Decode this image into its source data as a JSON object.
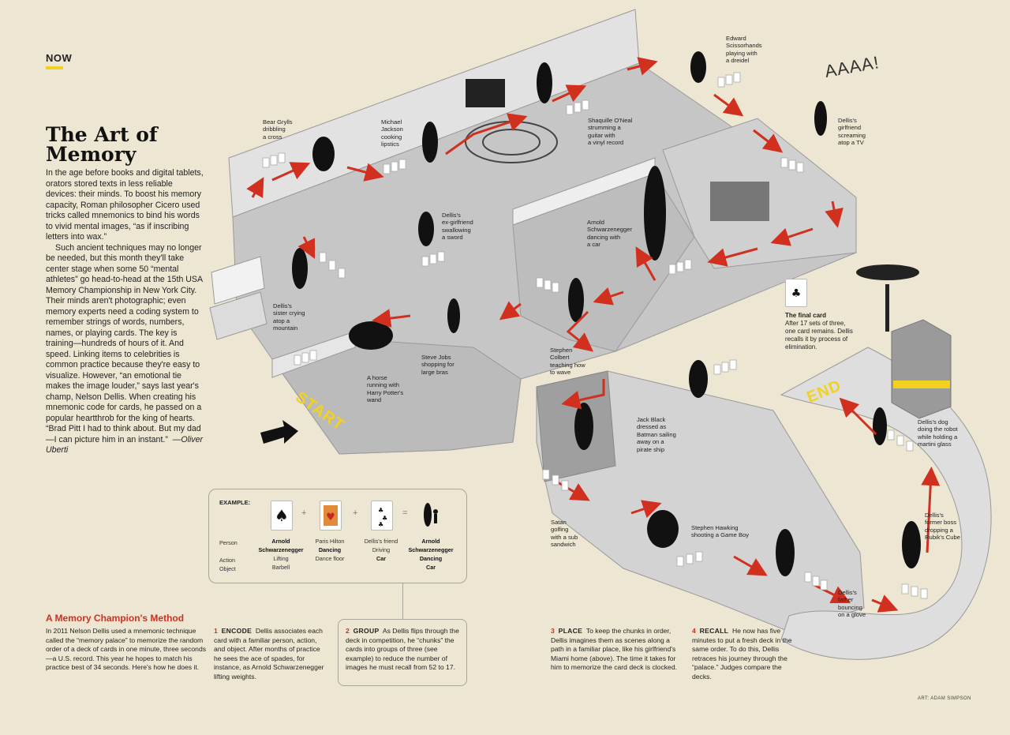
{
  "kicker": "NOW",
  "title": "The Art of Memory",
  "intro": {
    "p1": "In the age before books and digital tablets, orators stored texts in less reliable devices: their minds. To boost his memory capacity, Roman philosopher Cicero used tricks called mnemonics to bind his words to vivid mental images, “as if inscribing letters into wax.”",
    "p2": "Such ancient techniques may no longer be needed, but this month they'll take center stage when some 50 “mental athletes” go head-to-head at the 15th USA Memory Championship in New York City. Their minds aren't photographic; even memory experts need a coding system to remember strings of words, numbers, names, or playing cards. The key is training—hundreds of hours of it. And speed. Linking items to celebrities is common practice because they're easy to visualize. However, “an emotional tie makes the image louder,” says last year's champ, Nelson Dellis. When creating his mnemonic code for cards, he passed on a popular heartthrob for the king of hearts. “Brad Pitt I had to think about. But my dad—I can picture him in an instant.”",
    "byline": "—Oliver Uberti"
  },
  "method": {
    "title": "A Memory Champion's Method",
    "intro": "In 2011 Nelson Dellis used a mnemonic technique called the “memory palace” to memorize the random order of a deck of cards in one minute, three seconds—a U.S. record. This year he hopes to match his practice best of 34 seconds. Here's how he does it.",
    "steps": [
      {
        "num": "1",
        "head": "ENCODE",
        "text": "Dellis associates each card with a familiar person, action, and object. After months of practice he sees the ace of spades, for instance, as Arnold Schwarzenegger lifting weights."
      },
      {
        "num": "2",
        "head": "GROUP",
        "text": "As Dellis flips through the deck in competition, he “chunks” the cards into groups of three (see example) to reduce the number of images he must recall from 52 to 17."
      },
      {
        "num": "3",
        "head": "PLACE",
        "text": "To keep the chunks in order, Dellis imagines them as scenes along a path in a familiar place, like his girlfriend's Miami home (above). The time it takes for him to memorize the card deck is clocked."
      },
      {
        "num": "4",
        "head": "RECALL",
        "text": "He now has five minutes to put a fresh deck in the same order. To do this, Dellis retraces his journey through the “palace.” Judges compare the decks."
      }
    ]
  },
  "example": {
    "label": "EXAMPLE:",
    "row_labels": [
      "Person",
      "Action",
      "Object"
    ],
    "plus": "+",
    "equals": "=",
    "columns": [
      {
        "person": "Arnold Schwarzenegger",
        "action": "Lifting",
        "object": "Barbell",
        "bold": [
          "person"
        ]
      },
      {
        "person": "Paris Hilton",
        "action": "Dancing",
        "object": "Dance floor",
        "bold": [
          "action"
        ]
      },
      {
        "person": "Dellis's friend",
        "action": "Driving",
        "object": "Car",
        "bold": [
          "object"
        ]
      },
      {
        "person": "Arnold Schwarzenegger",
        "action": "Dancing",
        "object": "Car",
        "bold": [
          "person",
          "action",
          "object"
        ]
      }
    ]
  },
  "final_card": {
    "title": "The final card",
    "text": "After 17 sets of three, one card remains. Dellis recalls it by process of elimination."
  },
  "scene_labels": {
    "start": "START",
    "end": "END",
    "scream": "AAAA!"
  },
  "captions": [
    {
      "id": "bear-grylls",
      "text": "Bear Grylls\ndribbling\na cross"
    },
    {
      "id": "michael-jackson",
      "text": "Michael\nJackson\ncooking\nlipstics"
    },
    {
      "id": "shaquille",
      "text": "Shaquille O'Neal\nstrumming a\nguitar with\na vinyl record"
    },
    {
      "id": "edward",
      "text": "Edward\nScissorhands\nplaying with\na dreidel"
    },
    {
      "id": "girlfriend",
      "text": "Dellis's\ngirlfriend\nscreaming\natop a TV"
    },
    {
      "id": "ex-girlfriend",
      "text": "Dellis's\nex-girlfriend\nswallowing\na sword"
    },
    {
      "id": "arnold-car",
      "text": "Arnold\nSchwarzenegger\ndancing with\na car"
    },
    {
      "id": "sister",
      "text": "Dellis's\nsister crying\natop a\nmountain"
    },
    {
      "id": "steve-jobs",
      "text": "Steve Jobs\nshopping for\nlarge bras"
    },
    {
      "id": "horse",
      "text": "A horse\nrunning with\nHarry Potter's\nwand"
    },
    {
      "id": "colbert",
      "text": "Stephen\nColbert\nteaching how\nto wave"
    },
    {
      "id": "jack-black",
      "text": "Jack Black\ndressed as\nBatman sailing\naway on a\npirate ship"
    },
    {
      "id": "satan",
      "text": "Satan\ngolfing\nwith a sub\nsandwich"
    },
    {
      "id": "hawking",
      "text": "Stephen Hawking\nshooting a Game Boy"
    },
    {
      "id": "dog",
      "text": "Dellis's dog\ndoing the robot\nwhile holding a\nmartini glass"
    },
    {
      "id": "boss",
      "text": "Dellis's\nformer boss\ndropping a\nRubik's Cube"
    },
    {
      "id": "father",
      "text": "Dellis's\nfather\nbouncing\non a glove"
    }
  ],
  "credit": "ART: ADAM SIMPSON",
  "colors": {
    "background": "#ece6d2",
    "accent_red": "#d1301f",
    "accent_yellow": "#f2d21f",
    "floor": "#c9c9c9",
    "wall": "#e8e8e8",
    "ink": "#111111"
  }
}
